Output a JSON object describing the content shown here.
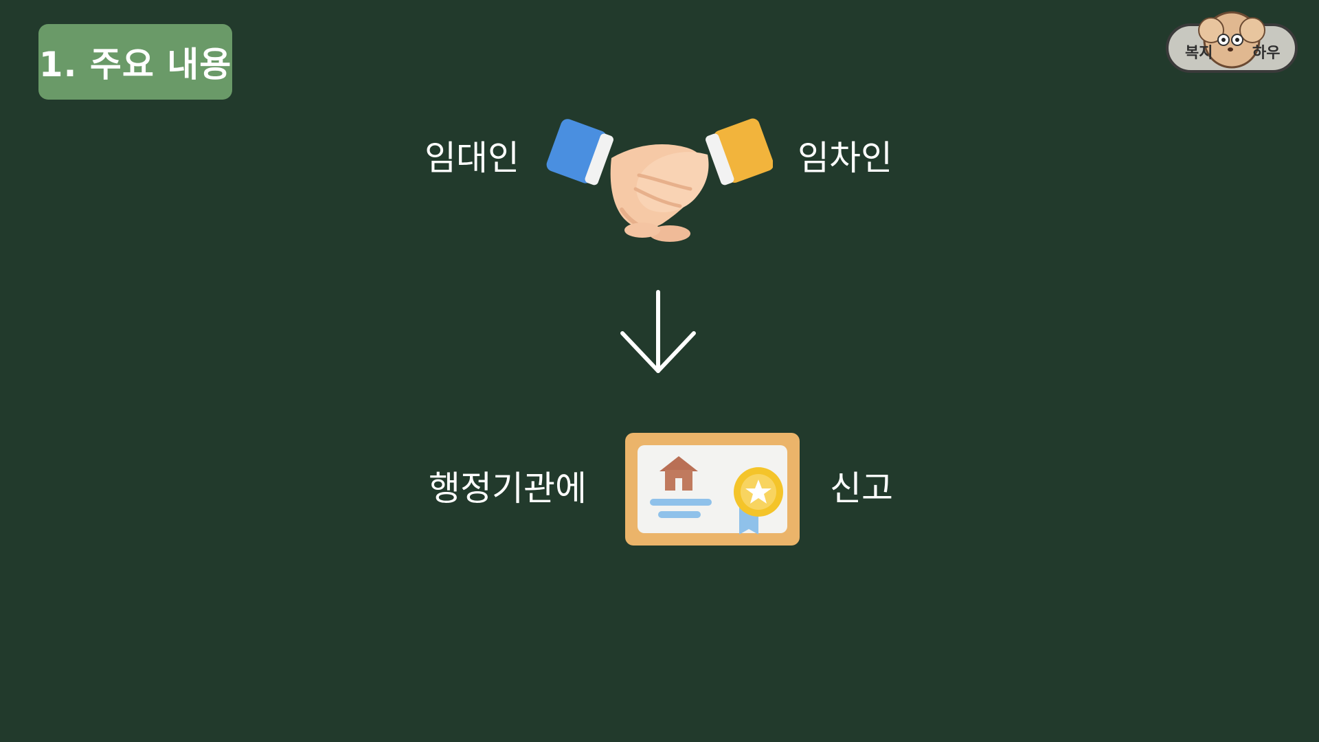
{
  "header": {
    "title": "1. 주요 내용"
  },
  "logo": {
    "left_text": "복지",
    "right_text": "하우"
  },
  "flow": {
    "landlord": "임대인",
    "tenant": "임차인",
    "administrative_agency": "행정기관에",
    "report": "신고"
  },
  "icons": {
    "handshake": "handshake-icon",
    "arrow": "arrow-down-icon",
    "certificate": "house-certificate-icon"
  },
  "colors": {
    "background": "#223a2c",
    "title_badge": "#6a9a68",
    "text": "#ffffff"
  }
}
